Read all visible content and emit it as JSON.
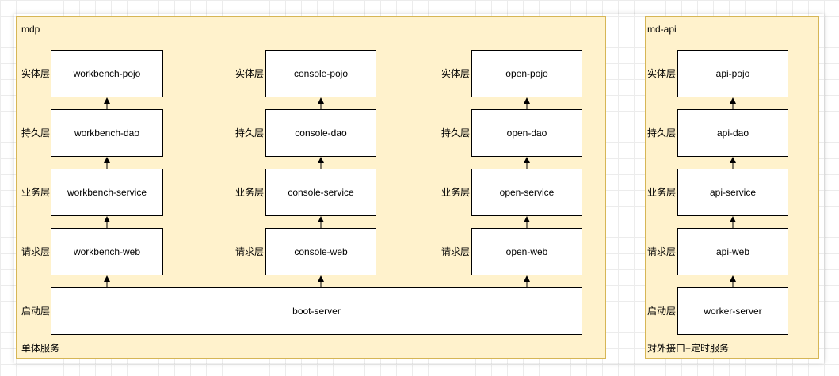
{
  "containers": {
    "mdp": {
      "title": "mdp",
      "footer": "单体服务"
    },
    "md_api": {
      "title": "md-api",
      "footer": "对外接口+定时服务"
    }
  },
  "layers": {
    "entity": "实体层",
    "persistence": "持久层",
    "business": "业务层",
    "request": "请求层",
    "boot": "启动层"
  },
  "modules": {
    "workbench": {
      "pojo": "workbench-pojo",
      "dao": "workbench-dao",
      "service": "workbench-service",
      "web": "workbench-web"
    },
    "console": {
      "pojo": "console-pojo",
      "dao": "console-dao",
      "service": "console-service",
      "web": "console-web"
    },
    "open": {
      "pojo": "open-pojo",
      "dao": "open-dao",
      "service": "open-service",
      "web": "open-web"
    },
    "api": {
      "pojo": "api-pojo",
      "dao": "api-dao",
      "service": "api-service",
      "web": "api-web"
    }
  },
  "boot_server": "boot-server",
  "worker_server": "worker-server",
  "colors": {
    "container_fill": "#fff2cc",
    "container_border": "#d6b656",
    "node_border": "#000000"
  }
}
